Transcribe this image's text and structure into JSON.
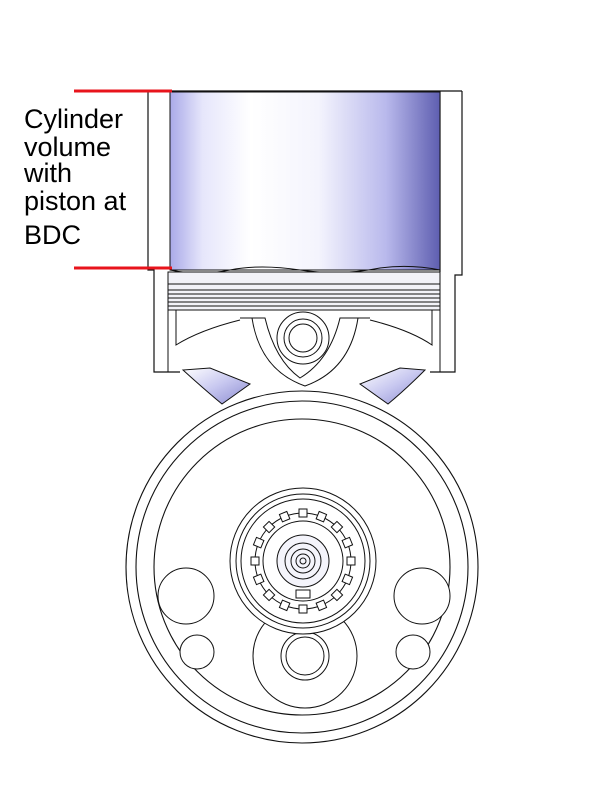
{
  "label": {
    "lines": [
      "Cylinder",
      "volume",
      "with",
      "piston at",
      "BDC"
    ]
  },
  "colors": {
    "marker": "#e8141c",
    "outline": "#111111",
    "cylinder_light": "#ffffff",
    "cylinder_mid": "#c9c9f2",
    "cylinder_dark": "#6e6ec0",
    "background": "#ffffff"
  }
}
